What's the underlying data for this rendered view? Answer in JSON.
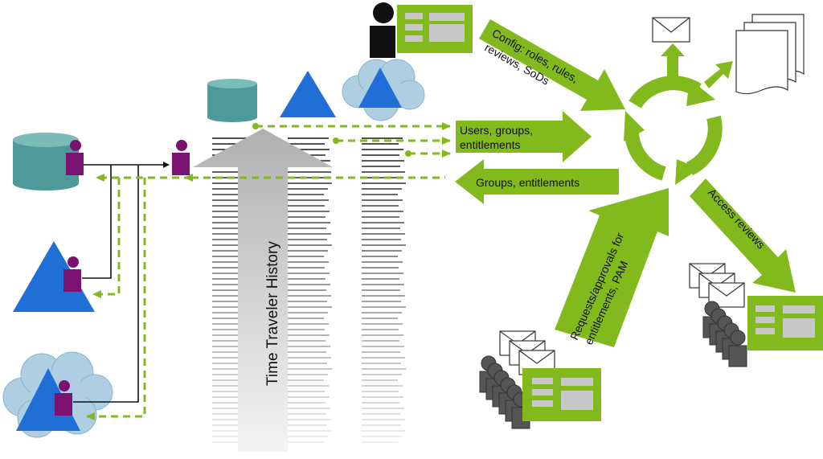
{
  "colors": {
    "green": "#82BA1E",
    "teal": "#4E9A98",
    "blue": "#1F6FD6",
    "cloud": "#AECFE2",
    "purple": "#7A1272",
    "gray": "#C4C4C4",
    "dark": "#111111",
    "card_gray": "#C8C8C8"
  },
  "labels": {
    "config": [
      "Config: roles, rules,",
      "reviews, SoDs"
    ],
    "users_groups": [
      "Users, groups,",
      "entitlements"
    ],
    "groups_entitlements": "Groups, entitlements",
    "access_reviews": "Access reviews",
    "requests": [
      "Requests/approvals for",
      "entitlements, PAM"
    ],
    "time_traveler": "Time Traveler History"
  },
  "icons": {
    "database": "database-icon",
    "directory": "triangle-directory-icon",
    "cloud": "cloud-directory-icon",
    "person": "person-icon",
    "envelope": "envelope-icon",
    "document": "document-stack-icon",
    "cycle": "cycle-arrows-icon",
    "form": "form-card-icon"
  }
}
